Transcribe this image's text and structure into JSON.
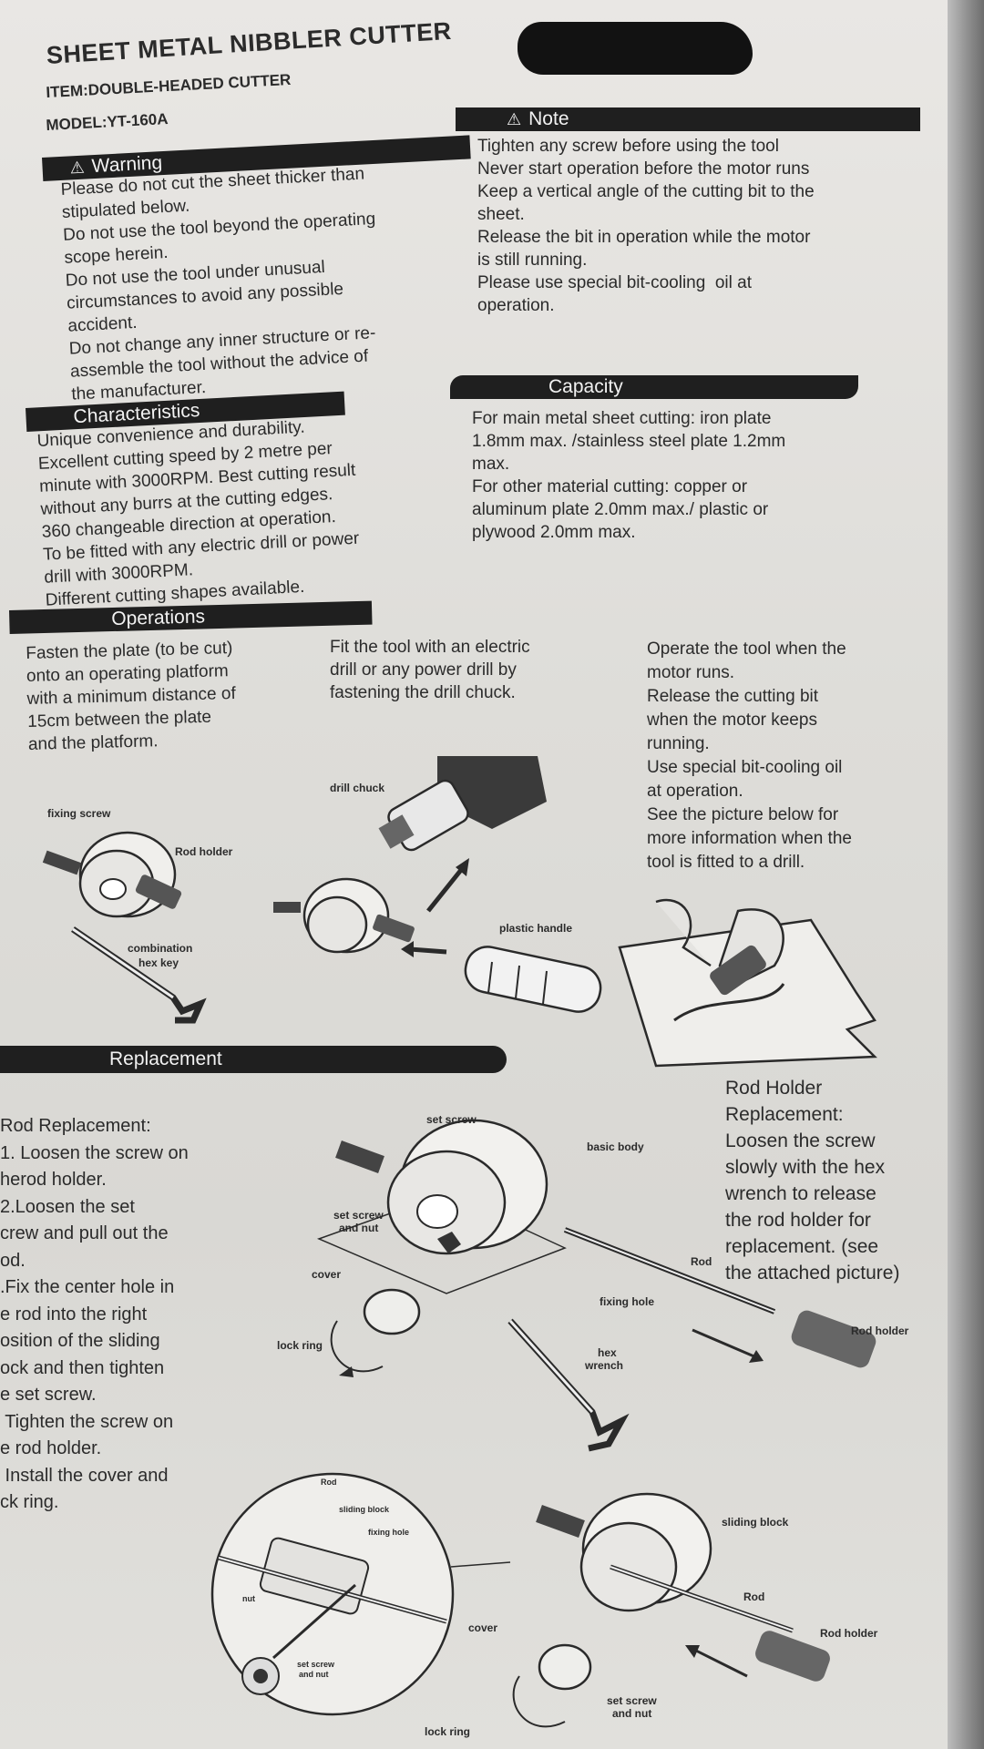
{
  "header": {
    "title": "SHEET METAL NIBBLER CUTTER",
    "item": "ITEM:DOUBLE-HEADED CUTTER",
    "model": "MODEL:YT-160A"
  },
  "warning": {
    "heading": "Warning",
    "lines": [
      "Please do not cut the sheet thicker than",
      "stipulated below.",
      "Do not use the tool beyond the operating",
      "scope herein.",
      "Do not use the tool under unusual",
      "circumstances to avoid any possible",
      "accident.",
      "Do not change any inner structure or re-",
      "assemble the tool without the advice of",
      "the manufacturer."
    ]
  },
  "note": {
    "heading": "Note",
    "lines": [
      "Tighten any screw before using the tool",
      "Never start operation before the motor runs",
      "Keep a vertical angle of the cutting bit to the",
      "sheet.",
      "Release the bit in operation while the motor",
      "is still running.",
      "Please use special bit-cooling  oil at",
      "operation."
    ]
  },
  "characteristics": {
    "heading": "Characteristics",
    "lines": [
      "Unique convenience and durability.",
      "Excellent cutting speed by 2 metre per",
      "minute with 3000RPM. Best cutting result",
      "without any burrs at the cutting edges.",
      "360 changeable direction at operation.",
      "To be fitted with any electric drill or power",
      "drill with 3000RPM.",
      "Different cutting shapes available."
    ]
  },
  "capacity": {
    "heading": "Capacity",
    "lines": [
      "For main metal sheet cutting: iron plate",
      "1.8mm max. /stainless steel plate 1.2mm",
      "max.",
      "For other material cutting: copper or",
      "aluminum plate 2.0mm max./ plastic or",
      "plywood 2.0mm max."
    ]
  },
  "operations": {
    "heading": "Operations",
    "col1": [
      "Fasten the plate (to be cut)",
      "onto an operating platform",
      "with a minimum distance of",
      "15cm between the plate",
      "and the platform."
    ],
    "col2": [
      "Fit the tool with an electric",
      "drill or any power drill by",
      "fastening the drill chuck."
    ],
    "col3": [
      "Operate the tool when the",
      "motor runs.",
      "Release the cutting bit",
      "when the motor keeps",
      "running.",
      "Use special bit-cooling oil",
      "at operation.",
      "See the picture below for",
      "more information when the",
      "tool is fitted to a drill."
    ],
    "labels": {
      "fixing_screw": "fixing screw",
      "rod_holder": "Rod holder",
      "combination": "combination",
      "hex_key": "hex key",
      "drill_chuck": "drill chuck",
      "plastic_handle": "plastic handle"
    }
  },
  "replacement": {
    "heading": "Replacement",
    "left": [
      "Rod Replacement:",
      "1. Loosen the screw on",
      "herod holder.",
      "2.Loosen the set",
      "crew and pull out the",
      "od.",
      ".Fix the center hole in",
      "e rod into the right",
      "osition of the sliding",
      "ock and then tighten",
      "e set screw.",
      " Tighten the screw on",
      "e rod holder.",
      " Install the cover and",
      "ck ring."
    ],
    "right": [
      "Rod Holder",
      "Replacement:",
      "Loosen the screw",
      "slowly with the hex",
      "wrench to release",
      "the rod holder for",
      "replacement. (see",
      "the attached picture)"
    ],
    "labels": {
      "set_screw": "set screw",
      "basic_body": "basic body",
      "set_screw_and_nut_1": "set screw",
      "set_screw_and_nut_2": "and nut",
      "cover": "cover",
      "lock_ring": "lock ring",
      "rod": "Rod",
      "fixing_hole": "fixing hole",
      "hex_wrench_1": "hex",
      "hex_wrench_2": "wrench",
      "rod_holder": "Rod holder",
      "sliding_block": "sliding block",
      "rod2": "Rod",
      "rod_holder2": "Rod holder",
      "cover2": "cover",
      "lock_ring2": "lock ring",
      "set_screw_nut2_1": "set screw",
      "set_screw_nut2_2": "and nut",
      "detail_rod": "Rod",
      "detail_sliding_block": "sliding block",
      "detail_fixing_hole": "fixing hole",
      "detail_nut": "nut",
      "detail_set_screw_1": "set screw",
      "detail_set_screw_2": "and nut"
    }
  }
}
